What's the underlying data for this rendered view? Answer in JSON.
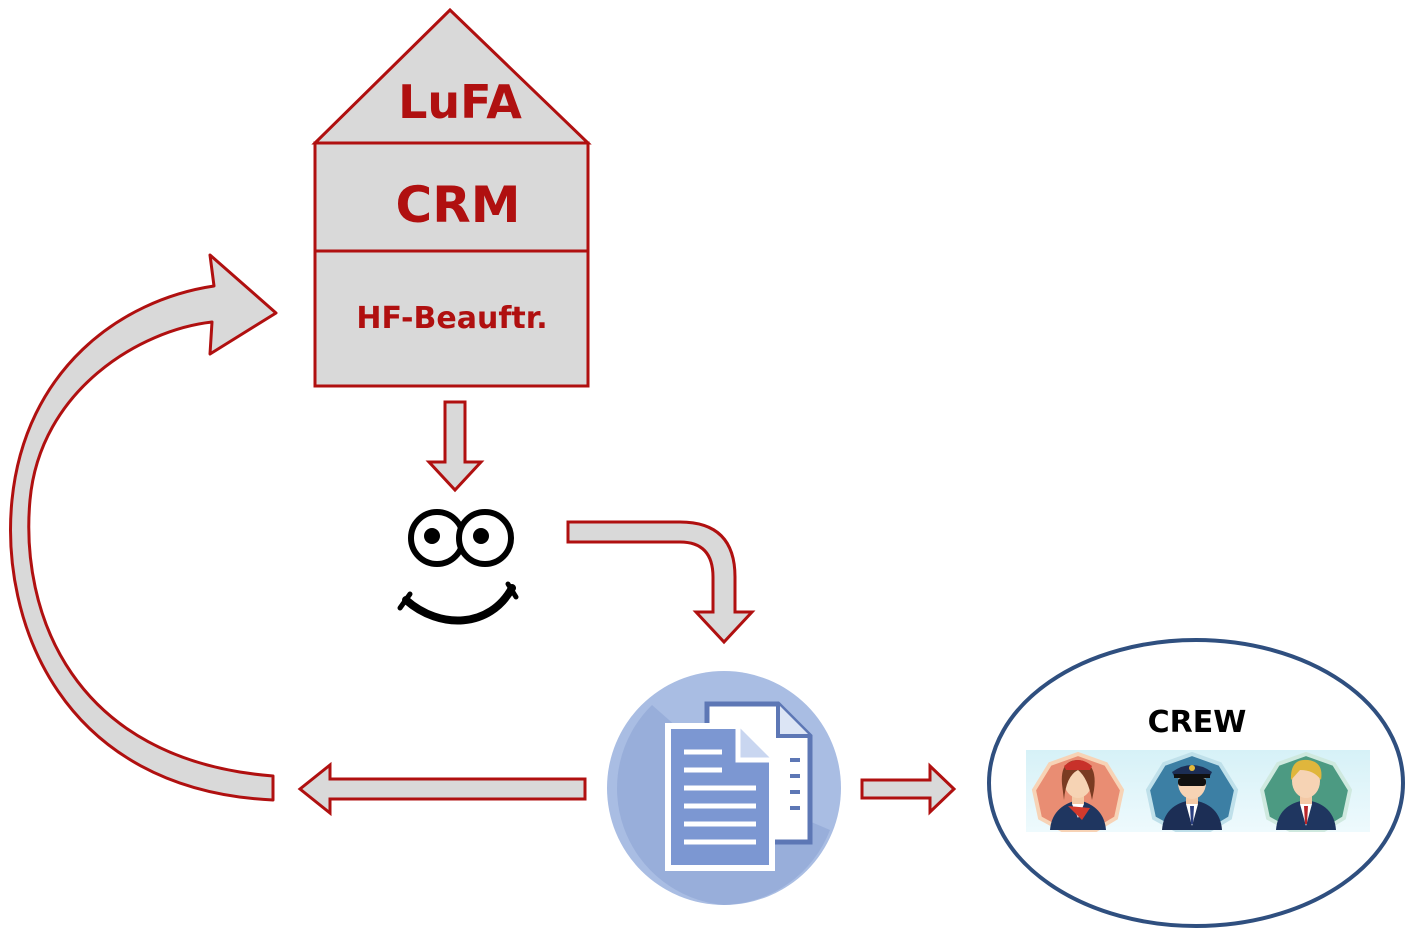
{
  "house": {
    "roof_label": "LuFA",
    "middle_label": "CRM",
    "base_label": "HF-Beauftr."
  },
  "crew": {
    "label": "CREW",
    "avatars": [
      {
        "icon": "flight-attendant-avatar-icon"
      },
      {
        "icon": "pilot-avatar-icon"
      },
      {
        "icon": "businessman-avatar-icon"
      }
    ]
  },
  "icons": {
    "face": "smiley-face-icon",
    "documents": "documents-icon"
  },
  "colors": {
    "accent": "#b01010",
    "fill_gray": "#d9d9d9",
    "ellipse_stroke": "#2f4f7f",
    "doc_circle": "#a9bde3"
  }
}
